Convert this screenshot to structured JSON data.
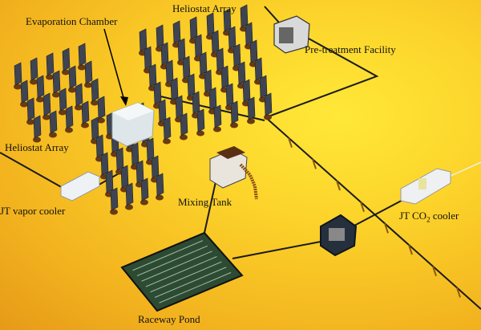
{
  "labels": {
    "heliostat_top": "Heliostat Array",
    "evaporation": "Evaporation Chamber",
    "pretreatment": "Pre-treatment Facility",
    "heliostat_left": "Heliostat Array",
    "jt_vapor": "JT vapor cooler",
    "mixing": "Mixing Tank",
    "jt_co2_prefix": "JT CO",
    "jt_co2_sub": "2",
    "jt_co2_suffix": " cooler",
    "raceway": "Raceway Pond"
  },
  "colors": {
    "pipe": "#1a1a1a",
    "heliostat_panel": "#3e4452",
    "heliostat_base": "#6a3a12",
    "equipment": "#e8ecef"
  }
}
